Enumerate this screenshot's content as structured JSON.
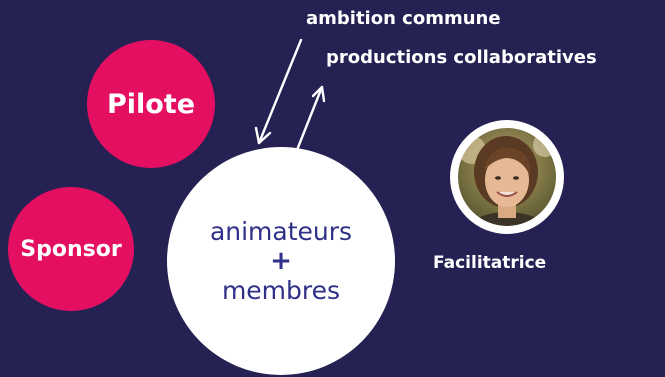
{
  "roles": {
    "pilote": "Pilote",
    "sponsor": "Sponsor"
  },
  "center": {
    "line1": "animateurs",
    "plus": "+",
    "line2": "membres"
  },
  "flows": {
    "down_label": "ambition commune",
    "up_label": "productions collaboratives"
  },
  "facilitator": {
    "label": "Facilitatrice"
  },
  "colors": {
    "background": "#252253",
    "accent_pink": "#e50f62",
    "center_text": "#2f3188",
    "white": "#ffffff"
  }
}
